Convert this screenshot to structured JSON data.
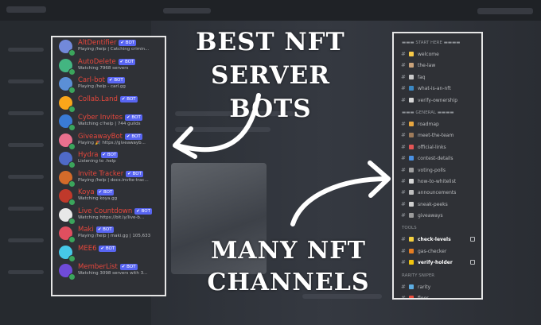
{
  "captions": {
    "best_line1": "BEST NFT",
    "best_line2": "SERVER BOTS",
    "many_line1": "MANY NFT",
    "many_line2": "CHANNELS"
  },
  "members": [
    {
      "name": "AltDentifier",
      "activity": "Playing /help | Catching crimin...",
      "avatar_color": "#7289da"
    },
    {
      "name": "AutoDelete",
      "activity": "Watching 7968 servers",
      "avatar_color": "#43b581"
    },
    {
      "name": "Carl-bot",
      "activity": "Playing /help - carl.gg",
      "avatar_color": "#5b8fd6"
    },
    {
      "name": "Collab.Land",
      "activity": "",
      "avatar_color": "#faa61a"
    },
    {
      "name": "Cyber Invites",
      "activity": "Watching c!help | 744 guilds",
      "avatar_color": "#3a7bd5"
    },
    {
      "name": "GiveawayBot",
      "activity": "Playing 🎉 https://giveawayb...",
      "avatar_color": "#e9708e"
    },
    {
      "name": "Hydra",
      "activity": "Listening to .help",
      "avatar_color": "#4f6ac7"
    },
    {
      "name": "Invite Tracker",
      "activity": "Playing /help | docs.invite-trac...",
      "avatar_color": "#d36b2a"
    },
    {
      "name": "Koya",
      "activity": "Watching koya.gg",
      "avatar_color": "#c0392b"
    },
    {
      "name": "Live Countdown",
      "activity": "Watching https://bit.ly/live-b...",
      "avatar_color": "#e8e8e8"
    },
    {
      "name": "Maki",
      "activity": "Playing /help | maki.gg | 105,633",
      "avatar_color": "#e04f5f"
    },
    {
      "name": "MEE6",
      "activity": "",
      "avatar_color": "#46c8e8"
    },
    {
      "name": "MemberList",
      "activity": "Watching 3098 servers with 3...",
      "avatar_color": "#6f4bd8"
    }
  ],
  "bot_badge": "✔ BOT",
  "channel_groups": [
    {
      "title": "▬▬▬ START HERE ▬▬▬▬",
      "channels": [
        {
          "name": "welcome",
          "emoji_color": "#f7c948"
        },
        {
          "name": "the-law",
          "emoji_color": "#c9a27a"
        },
        {
          "name": "faq",
          "emoji_color": "#c9c9c9"
        },
        {
          "name": "what-is-an-nft",
          "emoji_color": "#3b88c3"
        },
        {
          "name": "verify-ownership",
          "emoji_color": "#d6d6d6"
        }
      ]
    },
    {
      "title": "▬▬▬ GENERAL ▬▬▬▬",
      "channels": [
        {
          "name": "roadmap",
          "emoji_color": "#e7a640"
        },
        {
          "name": "meet-the-team",
          "emoji_color": "#9e7b5a"
        },
        {
          "name": "official-links",
          "emoji_color": "#e25555"
        },
        {
          "name": "contest-details",
          "emoji_color": "#4a90e2"
        },
        {
          "name": "voting-polls",
          "emoji_color": "#a0a0a0"
        },
        {
          "name": "how-to-whitelist",
          "emoji_color": "#d8d8d8"
        },
        {
          "name": "announcements",
          "emoji_color": "#bfbfbf"
        },
        {
          "name": "sneak-peeks",
          "emoji_color": "#cfcfcf"
        },
        {
          "name": "giveaways",
          "emoji_color": "#9b9b9b"
        }
      ]
    },
    {
      "title": "TOOLS",
      "channels": [
        {
          "name": "check-levels",
          "emoji_color": "#f4d03f",
          "bold": true,
          "locked": true
        },
        {
          "name": "gas-checker",
          "emoji_color": "#e67e22"
        },
        {
          "name": "verify-holder",
          "emoji_color": "#f1c40f",
          "bold": true,
          "locked": true
        }
      ]
    },
    {
      "title": "RARITY SNIPER",
      "channels": [
        {
          "name": "rarity",
          "emoji_color": "#5dade2"
        },
        {
          "name": "floor",
          "emoji_color": "#e74c3c"
        }
      ]
    }
  ]
}
